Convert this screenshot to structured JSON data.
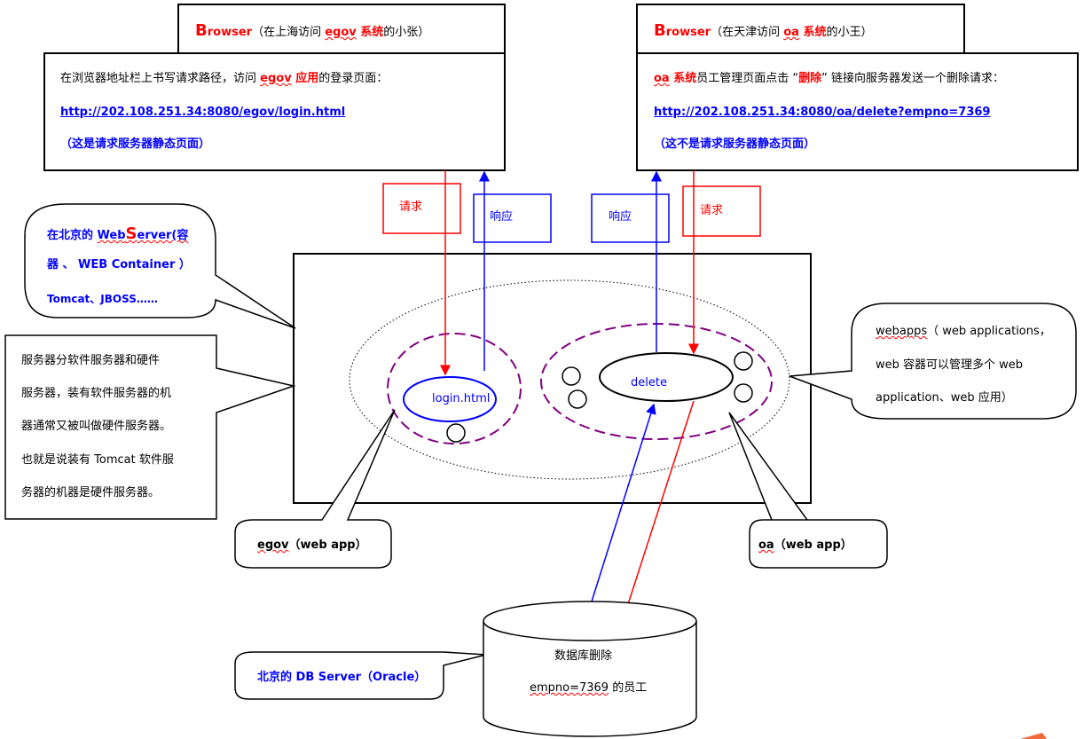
{
  "browser_left": {
    "title_b": "B",
    "title_rest": "rowser",
    "title_paren1": "（在上海访问 ",
    "title_app": "egov",
    "title_sys": " 系统",
    "title_end": "的小张）",
    "line1_pre": "在浏览器地址栏上书写请求路径，访问 ",
    "line1_app": "egov",
    "line1_app2": " 应用",
    "line1_end": "的登录页面：",
    "url": "http://202.108.251.34:8080/egov/login.html",
    "note": "（这是请求服务器静态页面）"
  },
  "browser_right": {
    "title_b": "B",
    "title_rest": "rowser",
    "title_paren1": "（在天津访问 ",
    "title_app": "oa",
    "title_sys": " 系统",
    "title_end": "的小王）",
    "line1_app": "oa",
    "line1_sys": " 系统",
    "line1_mid": "员工管理页面点击 “",
    "line1_del": "删除",
    "line1_end": "” 链接向服务器发送一个删除请求：",
    "url": "http://202.108.251.34:8080/oa/delete?empno=7369",
    "note": "（这不是请求服务器静态页面）"
  },
  "labels": {
    "request": "请求",
    "response": "响应"
  },
  "webserver_callout": {
    "pre": "在北京的 ",
    "web": "Web",
    "s": "S",
    "erver": "erver(容",
    "line2": "器 、  WEB  Container  ）",
    "line3": "Tomcat、JBOSS……"
  },
  "server_note": [
    "服务器分软件服务器和硬件",
    "服务器，装有软件服务器的机",
    "器通常又被叫做硬件服务器。",
    "也就是说装有 Tomcat 软件服",
    "务器的机器是硬件服务器。"
  ],
  "apps": {
    "login": "login.html",
    "delete": "delete"
  },
  "egov_callout": {
    "name": "egov",
    "rest": "（web app）"
  },
  "oa_callout": {
    "name": "oa",
    "rest": "（web app）"
  },
  "webapps_callout": {
    "word": "webapps",
    "l1rest": "（ web applications，",
    "line2": "web 容器可以管理多个 web",
    "line3": "application、web 应用）"
  },
  "db": {
    "line1": "数据库删除",
    "empno": "empno=7369",
    "rest": " 的员工"
  },
  "db_callout": "北京的 DB Server（Oracle）",
  "colors": {
    "red": "#ff0000",
    "blue": "#0000ff",
    "purple": "#800080"
  }
}
